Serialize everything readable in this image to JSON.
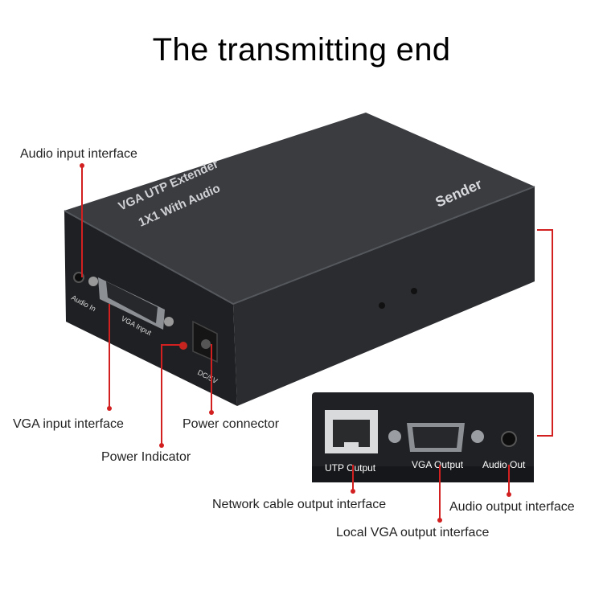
{
  "title": "The transmitting end",
  "device": {
    "top_label_line1": "VGA UTP Extender",
    "top_label_line2": "1X1  With Audio",
    "side_label": "Sender",
    "front_audio": "Audio In",
    "front_vga": "VGA Input",
    "front_power": "DC/5V"
  },
  "inset": {
    "port1": "UTP Output",
    "port2": "VGA Output",
    "port3": "Audio Out"
  },
  "callouts": {
    "audio_input": "Audio input interface",
    "vga_input": "VGA input interface",
    "power_connector": "Power connector",
    "power_indicator": "Power Indicator",
    "network_output": "Network cable output interface",
    "audio_output": "Audio output interface",
    "vga_output": "Local VGA output interface"
  },
  "colors": {
    "callout": "#d21f1f",
    "device": "#2e3033",
    "inset_bg": "#1f2124"
  }
}
